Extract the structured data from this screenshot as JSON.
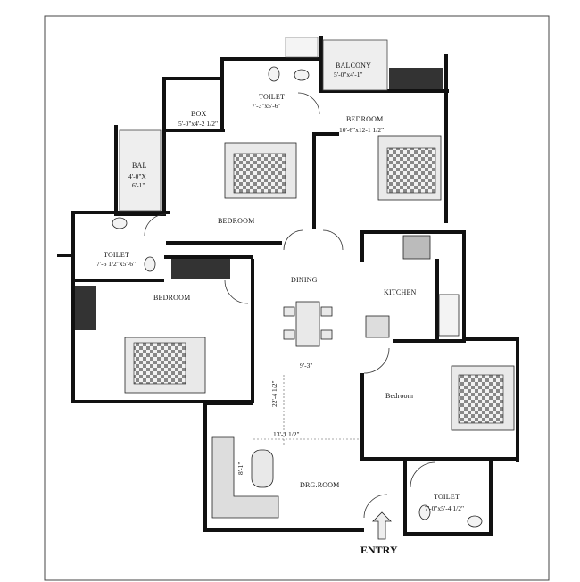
{
  "rooms": {
    "balcony_top": {
      "name": "BALCONY",
      "dim": "5'-0\"x4'-1\""
    },
    "toilet_top": {
      "name": "TOILET",
      "dim": "7'-3\"x5'-6\""
    },
    "box": {
      "name": "BOX",
      "dim": "5'-0\"x4'-2 1/2\""
    },
    "bedroom_right": {
      "name": "BEDROOM",
      "dim": "10'-6\"x12-1 1/2\""
    },
    "bal_left": {
      "name": "BAL",
      "dim1": "4'-0\"X",
      "dim2": "6'-1\""
    },
    "bedroom_center": {
      "name": "BEDROOM"
    },
    "toilet_left": {
      "name": "TOILET",
      "dim": "7'-6 1/2\"x5'-6\""
    },
    "bedroom_left": {
      "name": "BEDROOM"
    },
    "dining": {
      "name": "DINING",
      "dim": "9'-3\""
    },
    "kitchen": {
      "name": "KITCHEN"
    },
    "bedroom_lower": {
      "name": "Bedroom"
    },
    "drawing": {
      "name": "DRG.ROOM",
      "dim_h": "13'-1 1/2\"",
      "dim_v": "22'-4 1/2\"",
      "sofa_dim": "8'-1\""
    },
    "toilet_bottom": {
      "name": "TOILET",
      "dim": "7'-0\"x5'-4 1/2\""
    }
  },
  "entry": {
    "label": "ENTRY"
  }
}
